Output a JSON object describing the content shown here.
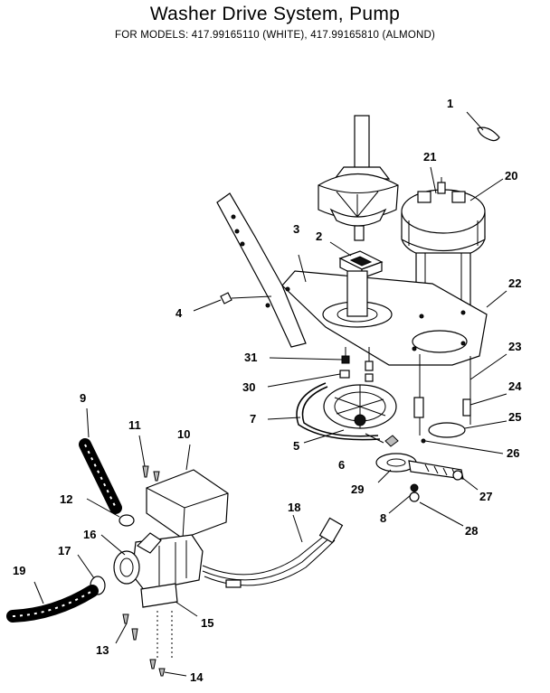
{
  "header": {
    "title": "Washer Drive System, Pump",
    "subtitle": "FOR MODELS: 417.99165110 (WHITE), 417.99165810 (ALMOND)"
  },
  "callouts": {
    "c1": "1",
    "c2": "2",
    "c3": "3",
    "c4": "4",
    "c5": "5",
    "c6": "6",
    "c7": "7",
    "c8": "8",
    "c9": "9",
    "c10": "10",
    "c11": "11",
    "c12": "12",
    "c13": "13",
    "c14": "14",
    "c15": "15",
    "c16": "16",
    "c17": "17",
    "c18": "18",
    "c19": "19",
    "c20": "20",
    "c21": "21",
    "c22": "22",
    "c23": "23",
    "c24": "24",
    "c25": "25",
    "c26": "26",
    "c27": "27",
    "c28": "28",
    "c29": "29",
    "c30": "30",
    "c31": "31"
  }
}
